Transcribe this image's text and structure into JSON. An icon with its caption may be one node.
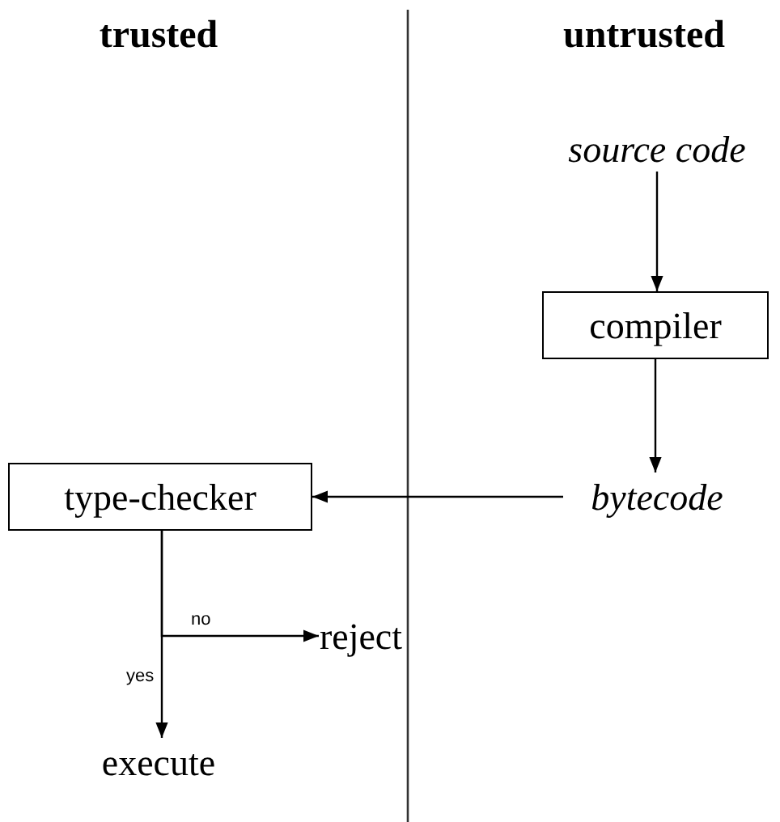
{
  "diagram": {
    "nodes": [
      {
        "text": [
          "source code"
        ]
      },
      {
        "text": [
          "compiler"
        ]
      },
      {
        "text": [
          "bytecode"
        ]
      },
      {
        "text": [
          "type-checker"
        ]
      },
      {
        "text": [
          "reject"
        ]
      },
      {
        "text": [
          "execute"
        ]
      }
    ],
    "edges": [
      {
        "from": 0,
        "to": 1,
        "arrow": "to"
      },
      {
        "from": 1,
        "to": 2,
        "arrow": "to"
      },
      {
        "from": 2,
        "to": 3,
        "arrow": "to"
      },
      {
        "from": 3,
        "to": 4,
        "arrow": "to",
        "label": "no"
      },
      {
        "from": 3,
        "to": 5,
        "arrow": "to",
        "label": "yes"
      }
    ],
    "labels": [
      "trusted",
      "untrusted"
    ]
  }
}
